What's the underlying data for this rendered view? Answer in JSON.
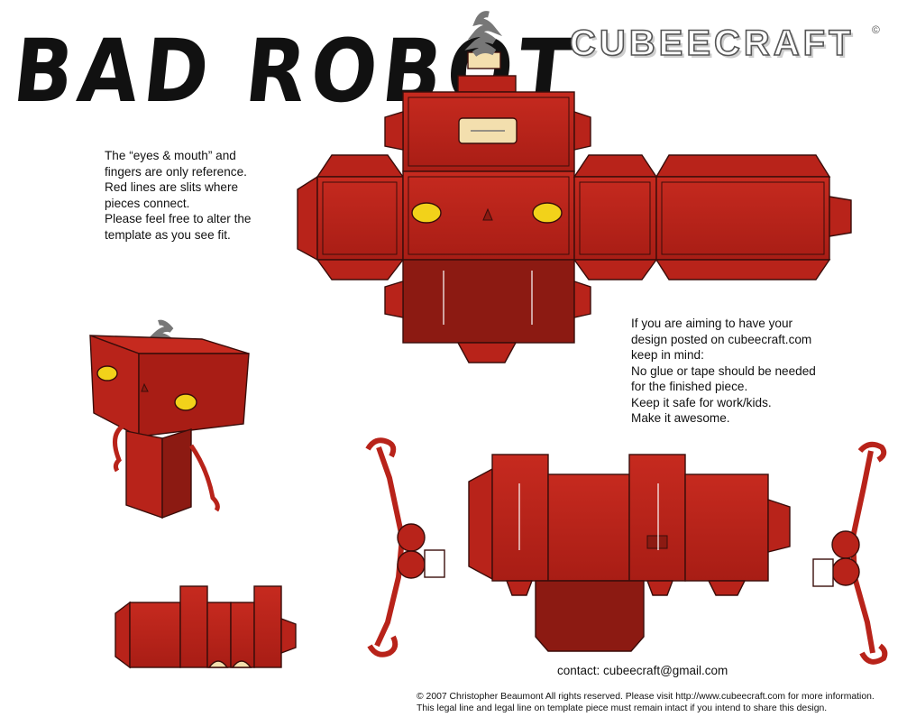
{
  "title": "BAD ROBOT",
  "brand": {
    "name": "CUBEECRAFT",
    "mark": "©"
  },
  "notes": {
    "reference": "The “eyes & mouth” and\nfingers are only reference.\nRed lines are slits where\npieces connect.\nPlease feel free to alter the\ntemplate as you see fit.",
    "guidelines": "If you are aiming to have your\ndesign posted on cubeecraft.com\nkeep in mind:\nNo glue or tape should be needed\nfor the finished piece.\nKeep it safe for work/kids.\nMake it awesome."
  },
  "contact": "contact: cubeecraft@gmail.com",
  "legal": {
    "line1": "© 2007 Christopher Beaumont All rights reserved. Please visit http://www.cubeecraft.com for more information.",
    "line2": "This legal line and legal line on template piece must remain intact if you intend to share this design."
  },
  "colors": {
    "body_red": "#b8231a",
    "dark_red": "#8c1a12",
    "eye_yellow": "#f2d21a",
    "plate": "#f3dfae",
    "outline": "#3a0d0a"
  },
  "icons": {
    "antenna": "spring-antenna-icon",
    "eyes": "eye-icon",
    "claw": "claw-hand-icon"
  }
}
